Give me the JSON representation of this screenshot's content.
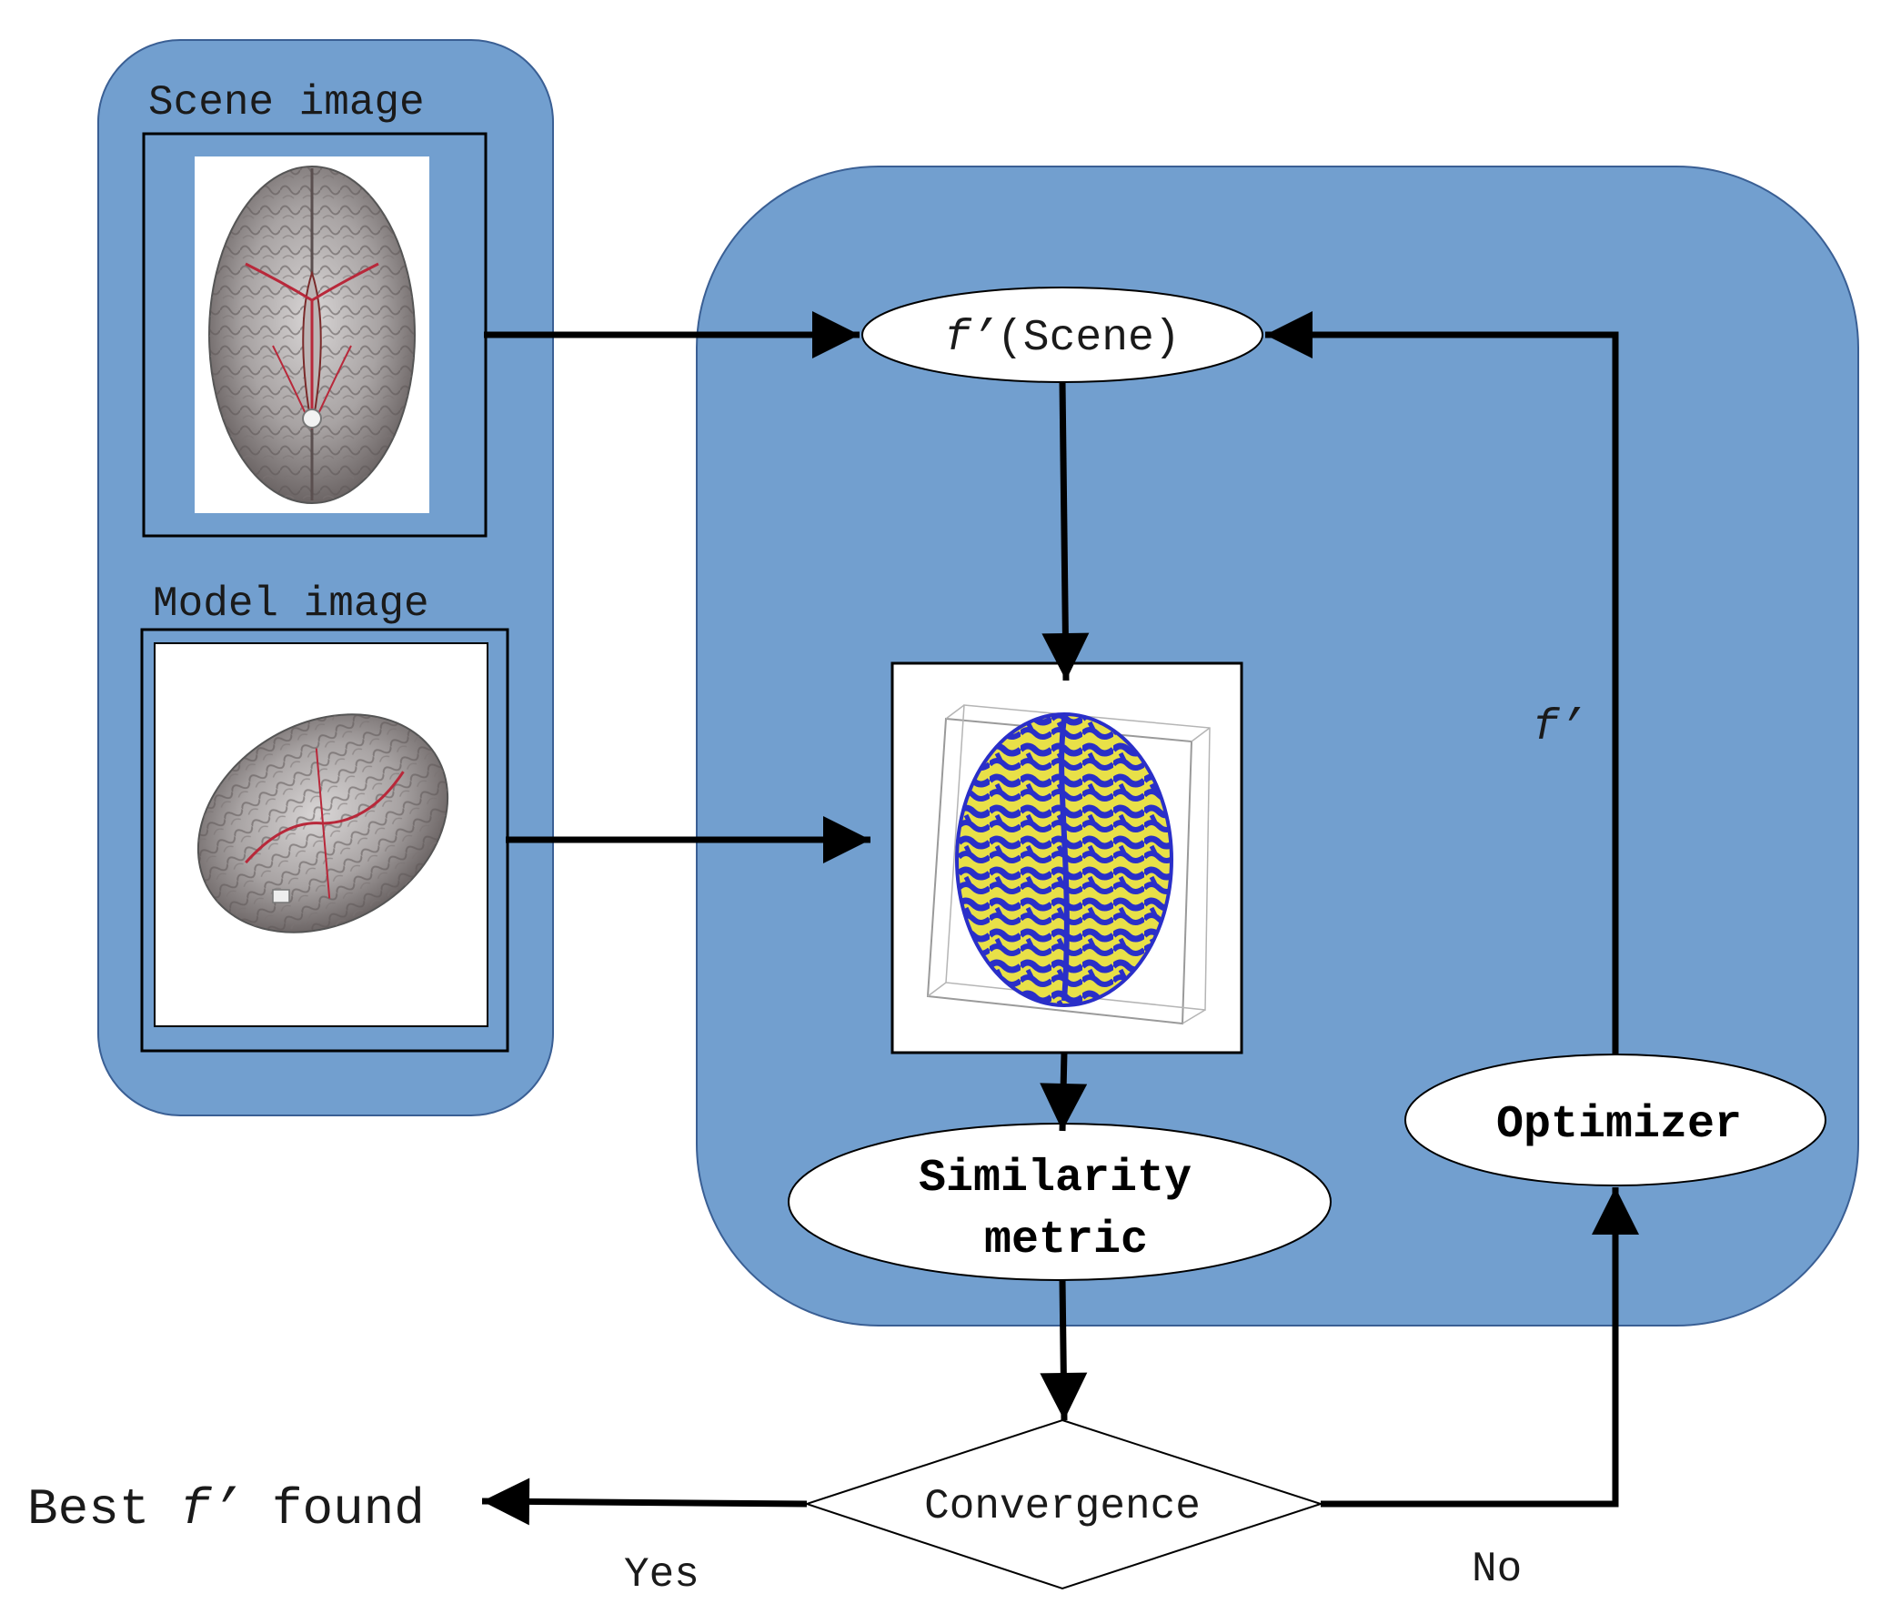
{
  "colors": {
    "panel_fill": "#729fcf",
    "panel_stroke": "#3a5f94",
    "arrow": "#000000",
    "yellow": "#e8e048",
    "blue": "#2a2fc8"
  },
  "inputs": {
    "scene_label": "Scene image",
    "model_label": "Model image",
    "scene_picture": "brain-ventral-view-image",
    "model_picture": "brain-rotated-view-image"
  },
  "registration": {
    "transform_node": {
      "italic_part": "f’",
      "rest": "(Scene)"
    },
    "feedback_label": "f’",
    "overlay_picture": "brain-3d-overlay-image",
    "similarity": {
      "line1": "Similarity",
      "line2": "metric"
    },
    "optimizer": "Optimizer"
  },
  "decision": {
    "label": "Convergence",
    "yes": "Yes",
    "no": "No"
  },
  "result": {
    "prefix": "Best",
    "italic_part": "f’",
    "suffix": "found"
  }
}
